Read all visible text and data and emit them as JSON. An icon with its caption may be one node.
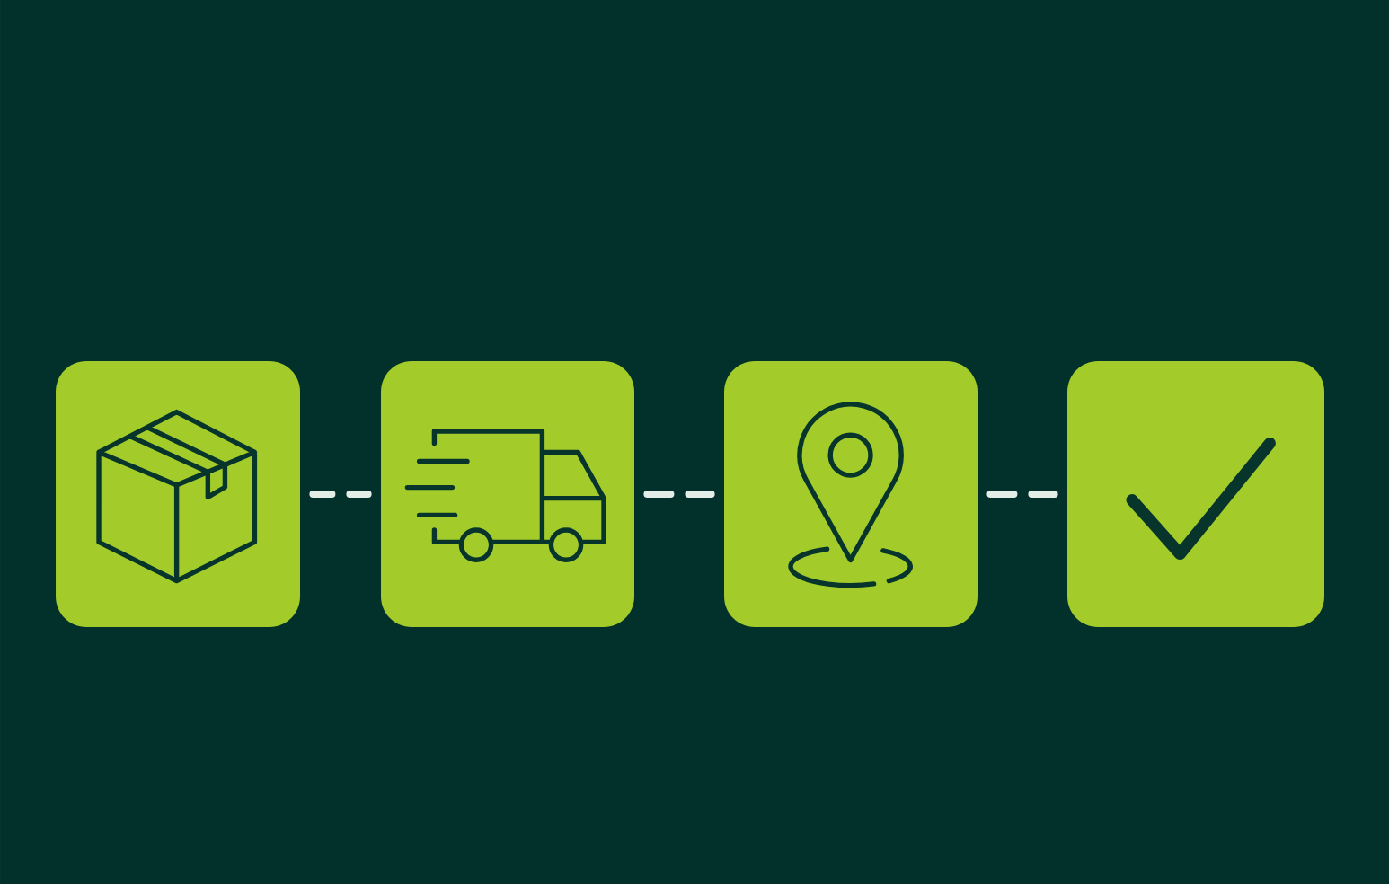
{
  "diagram": {
    "nodes": [
      {
        "text": [],
        "shape": "box"
      },
      {
        "text": [],
        "shape": "box"
      },
      {
        "text": [],
        "shape": "box"
      },
      {
        "text": [],
        "shape": "box"
      }
    ],
    "edges": [
      {
        "from": 0,
        "to": 1,
        "arrow": "none",
        "style": "dashed"
      },
      {
        "from": 1,
        "to": 2,
        "arrow": "none",
        "style": "dashed"
      },
      {
        "from": 2,
        "to": 3,
        "arrow": "none",
        "style": "dashed"
      }
    ]
  }
}
